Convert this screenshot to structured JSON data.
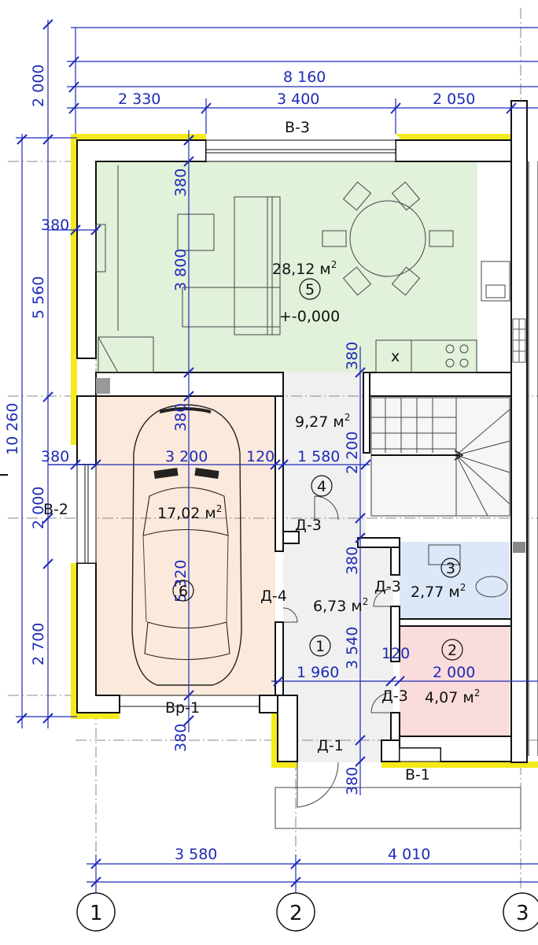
{
  "dimensions": {
    "top_overall": "8 160",
    "top_a": "2 330",
    "top_b": "3 400",
    "top_c": "2 050",
    "left_2000_top": "2 000",
    "left_5560": "5 560",
    "left_10260": "10 260",
    "left_2000_mid": "2 000",
    "left_2700": "2 700",
    "d380_a": "380",
    "d380_b": "380",
    "d380_c": "380",
    "d380_d": "380",
    "d380_e": "380",
    "d380_f": "380",
    "d380_g": "380",
    "d380_h": "380",
    "d3800": "3 800",
    "d3200": "3 200",
    "d120_a": "120",
    "d1580": "1 580",
    "d2200": "2 200",
    "d5320": "5 320",
    "d3540": "3 540",
    "d120_b": "120",
    "d1960": "1 960",
    "d2000": "2 000",
    "bottom_a": "3 580",
    "bottom_b": "4 010"
  },
  "rooms": [
    {
      "number": "5",
      "area": "28,12 м",
      "sup": "2",
      "color": "#e2f1da"
    },
    {
      "number": "6",
      "area": "17,02 м",
      "sup": "2",
      "color": "#fbe9dc"
    },
    {
      "number": "4",
      "area": "9,27 м",
      "sup": "2",
      "color": "#f0f0f0"
    },
    {
      "number": "1",
      "area": "6,73 м",
      "sup": "2",
      "color": "#f0f0f0"
    },
    {
      "number": "3",
      "area": "2,77 м",
      "sup": "2",
      "color": "#dce8f8"
    },
    {
      "number": "2",
      "area": "4,07 м",
      "sup": "2",
      "color": "#fbdcdc"
    }
  ],
  "level_mark": "+-0,000",
  "openings": {
    "window_b3": "В-3",
    "window_b2": "В-2",
    "window_b1": "В-1",
    "gate": "Вр-1",
    "door_d1": "Д-1",
    "door_d3_a": "Д-3",
    "door_d3_b": "Д-3",
    "door_d3_c": "Д-3",
    "door_d4": "Д-4"
  },
  "axes": [
    "1",
    "2",
    "3"
  ],
  "colors": {
    "dimension": "#1e2bb8",
    "insulation": "#f5ea1c",
    "living": "#e2f1da",
    "garage": "#fbe9dc",
    "hall": "#f0f0f0",
    "bath": "#dce8f8",
    "boiler": "#fbdcdc"
  }
}
